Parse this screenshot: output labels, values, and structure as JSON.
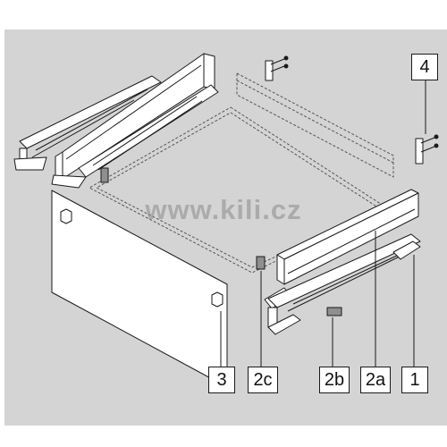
{
  "callouts": {
    "label_1": "1",
    "label_2a": "2a",
    "label_2b": "2b",
    "label_2c": "2c",
    "label_3": "3",
    "label_4": "4"
  },
  "watermark": {
    "text": "www.kili.cz"
  },
  "colors": {
    "background": "#d4d4d4",
    "panel_fill": "#ffffff",
    "outline": "#1a1a1a",
    "dashed": "#555555",
    "clip_fill": "#8f8f8f",
    "watermark": "#8a8a8a"
  }
}
